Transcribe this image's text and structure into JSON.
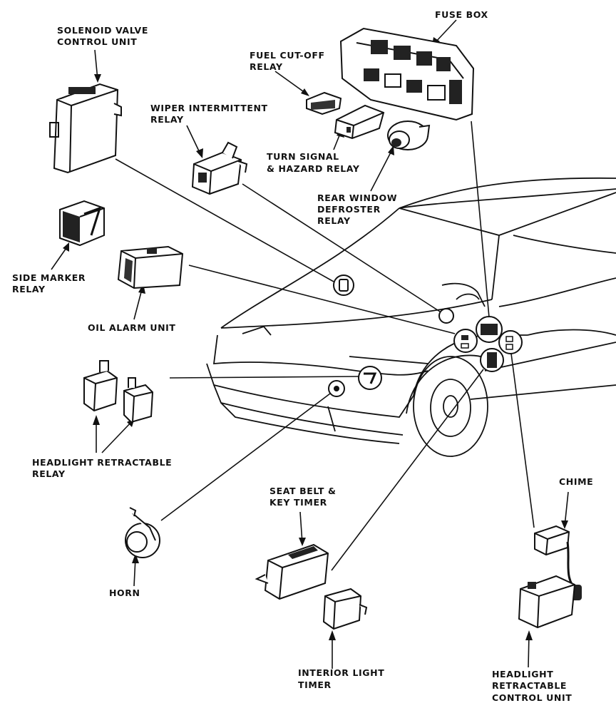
{
  "labels": {
    "fuse_box": "FUSE BOX",
    "solenoid_1": "SOLENOID VALVE",
    "solenoid_2": "CONTROL UNIT",
    "fuel_cutoff_1": "FUEL CUT-OFF",
    "fuel_cutoff_2": "RELAY",
    "wiper_1": "WIPER INTERMITTENT",
    "wiper_2": "RELAY",
    "turn_signal_1": "TURN SIGNAL",
    "turn_signal_2": "& HAZARD RELAY",
    "rear_window_1": "REAR WINDOW",
    "rear_window_2": "DEFROSTER",
    "rear_window_3": "RELAY",
    "side_marker_1": "SIDE MARKER",
    "side_marker_2": "RELAY",
    "oil_alarm": "OIL ALARM UNIT",
    "headlight_relay_1": "HEADLIGHT RETRACTABLE",
    "headlight_relay_2": "RELAY",
    "seat_belt_1": "SEAT BELT &",
    "seat_belt_2": "KEY TIMER",
    "chime": "CHIME",
    "horn": "HORN",
    "interior_light_1": "INTERIOR LIGHT",
    "interior_light_2": "TIMER",
    "headlight_cu_1": "HEADLIGHT",
    "headlight_cu_2": "RETRACTABLE",
    "headlight_cu_3": "CONTROL UNIT"
  }
}
